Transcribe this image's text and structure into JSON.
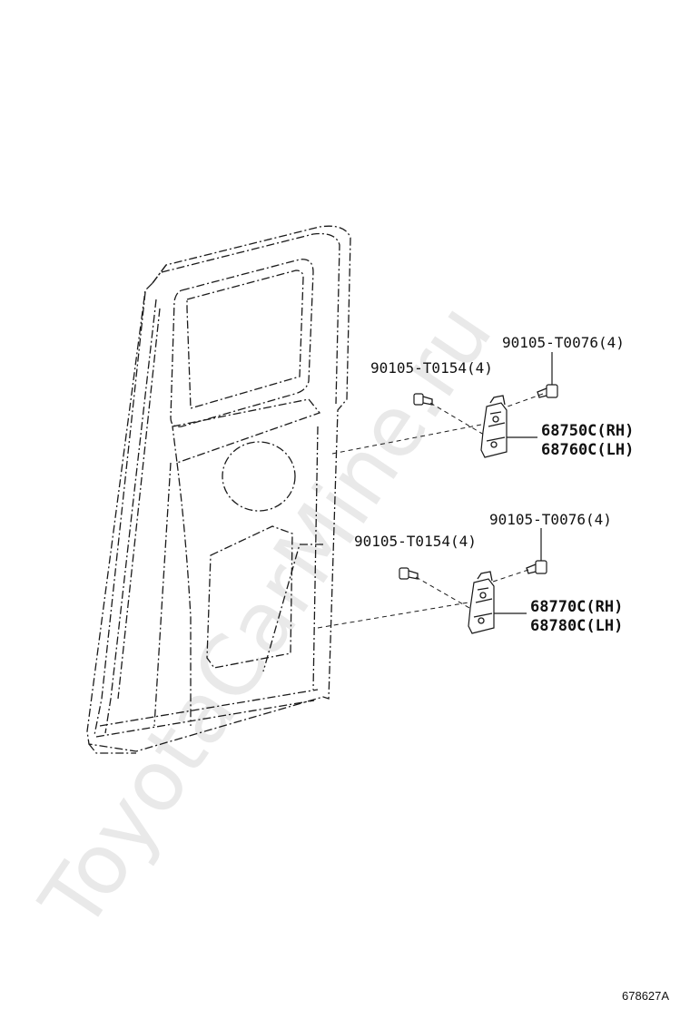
{
  "watermark": "ToyotaCarMine.ru",
  "figure_id": "678627A",
  "upper_hinge": {
    "bolt_left": "90105-T0154(4)",
    "bolt_right": "90105-T0076(4)",
    "part_rh": "68750C(RH)",
    "part_lh": "68760C(LH)"
  },
  "lower_hinge": {
    "bolt_left": "90105-T0154(4)",
    "bolt_right": "90105-T0076(4)",
    "part_rh": "68770C(RH)",
    "part_lh": "68780C(LH)"
  },
  "icons": [
    "door-panel-icon",
    "hinge-icon",
    "bolt-icon"
  ]
}
